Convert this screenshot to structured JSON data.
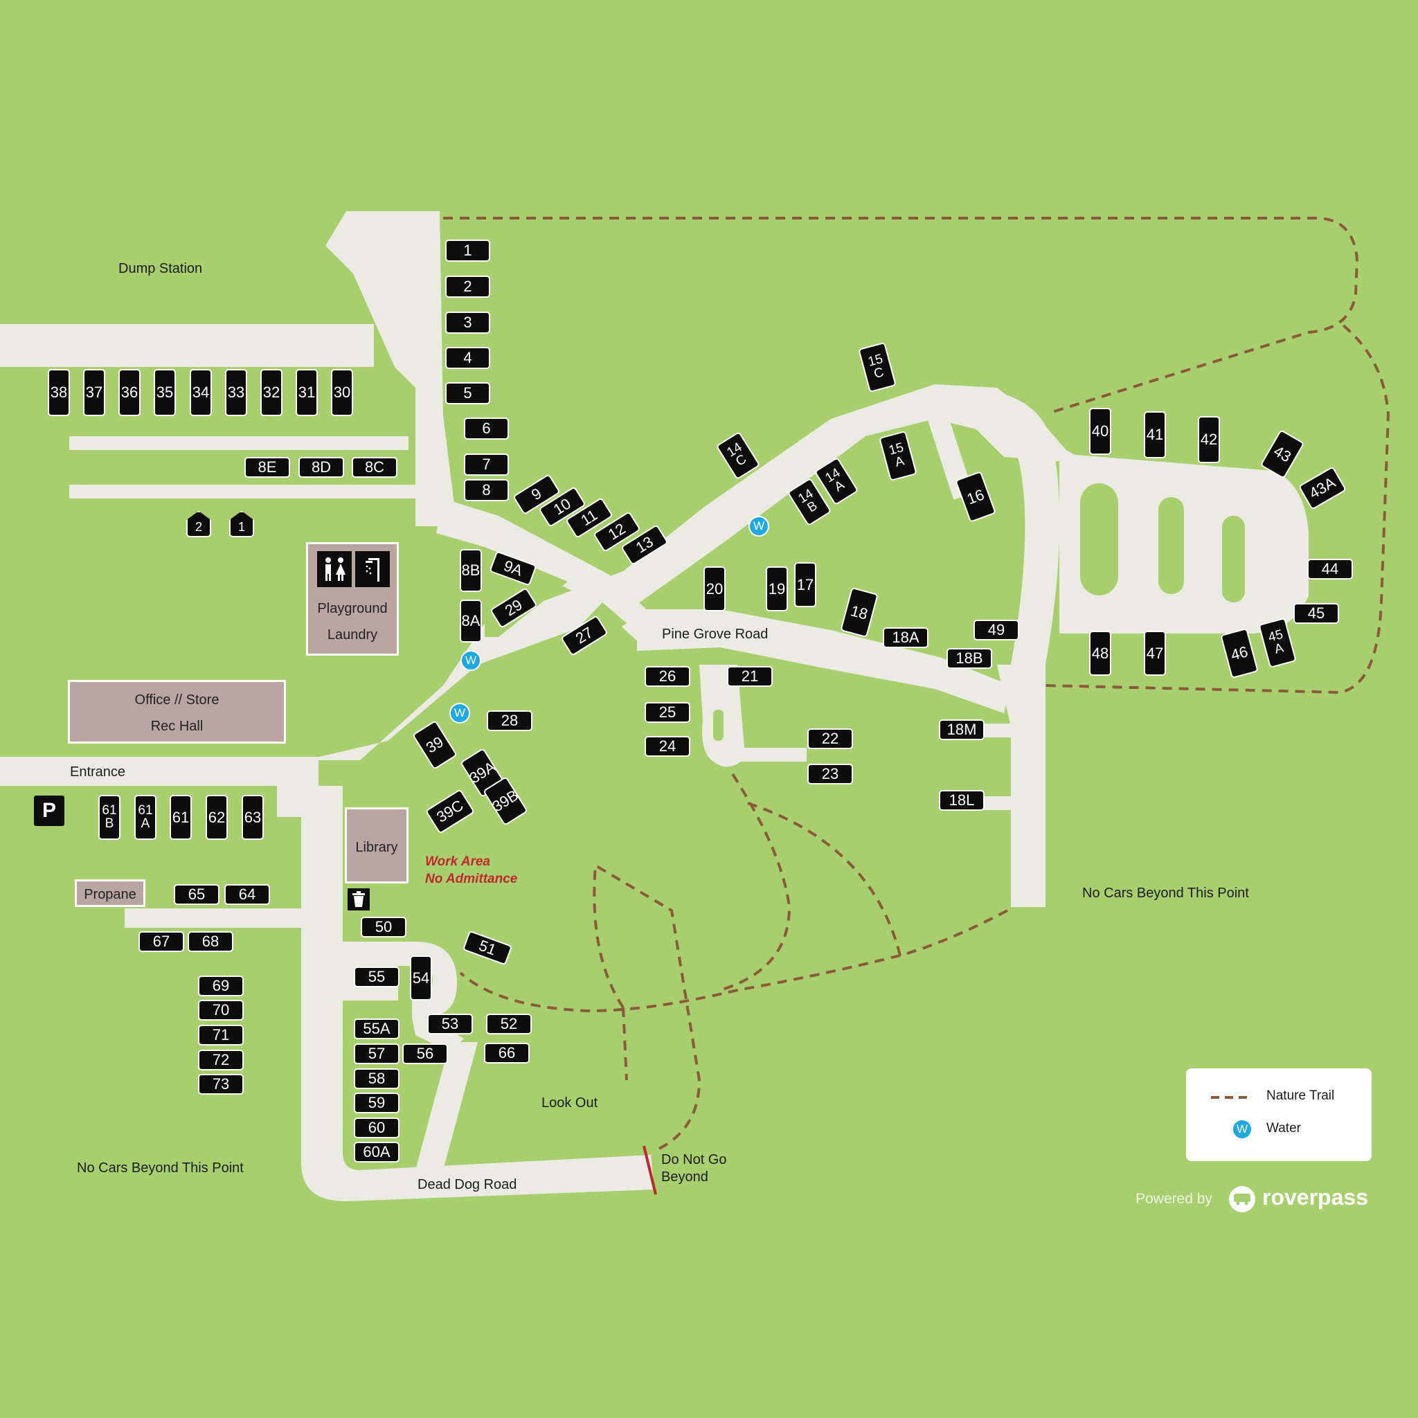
{
  "map": {
    "labels": {
      "dump_station": "Dump Station",
      "entrance": "Entrance",
      "pine_grove_road": "Pine Grove Road",
      "dead_dog_road": "Dead Dog Road",
      "look_out": "Look Out",
      "no_cars_left": "No Cars Beyond This Point",
      "no_cars_right": "No Cars Beyond This Point",
      "do_not_go_beyond": "Do Not Go\nBeyond",
      "work_area_1": "Work Area",
      "work_area_2": "No Admittance",
      "parking": "P"
    },
    "buildings": {
      "playground": "Playground",
      "laundry": "Laundry",
      "office_store": "Office // Store",
      "rec_hall": "Rec Hall",
      "library": "Library",
      "propane": "Propane"
    },
    "water_symbol": "W",
    "sites": [
      "1",
      "2",
      "3",
      "4",
      "5",
      "6",
      "7",
      "8",
      "9",
      "10",
      "11",
      "12",
      "13",
      "14\nC",
      "14\nA",
      "14\nB",
      "15\nC",
      "15\nA",
      "16",
      "17",
      "18",
      "18A",
      "18B",
      "18M",
      "18L",
      "19",
      "20",
      "21",
      "22",
      "23",
      "24",
      "25",
      "26",
      "27",
      "28",
      "29",
      "30",
      "31",
      "32",
      "33",
      "34",
      "35",
      "36",
      "37",
      "38",
      "8E",
      "8D",
      "8C",
      "8B",
      "8A",
      "9A",
      "39",
      "39A",
      "39B",
      "39C",
      "40",
      "41",
      "42",
      "43",
      "43A",
      "44",
      "45",
      "45\nA",
      "46",
      "47",
      "48",
      "49",
      "50",
      "51",
      "52",
      "53",
      "54",
      "55",
      "55A",
      "56",
      "57",
      "58",
      "59",
      "60",
      "60A",
      "61\nB",
      "61\nA",
      "61",
      "62",
      "63",
      "64",
      "65",
      "66",
      "67",
      "68",
      "69",
      "70",
      "71",
      "72",
      "73",
      "2",
      "1"
    ]
  },
  "legend": {
    "nature_trail": "Nature Trail",
    "water": "Water",
    "water_symbol": "W"
  },
  "branding": {
    "powered_by": "Powered by",
    "brand": "roverpass"
  },
  "colors": {
    "grass": "#a8cf6e",
    "road": "#ebebe3",
    "site": "#0d0d0d",
    "building": "#b9a6a3",
    "trail": "#8a5a3b",
    "water": "#1fa9e1",
    "warning": "#c0282d"
  }
}
